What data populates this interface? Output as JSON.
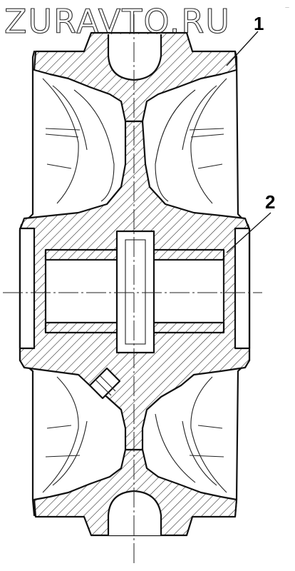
{
  "watermark": "ZURAVTO.RU",
  "callouts": [
    {
      "label": "1"
    },
    {
      "label": "2"
    }
  ],
  "corner_mark": "—"
}
